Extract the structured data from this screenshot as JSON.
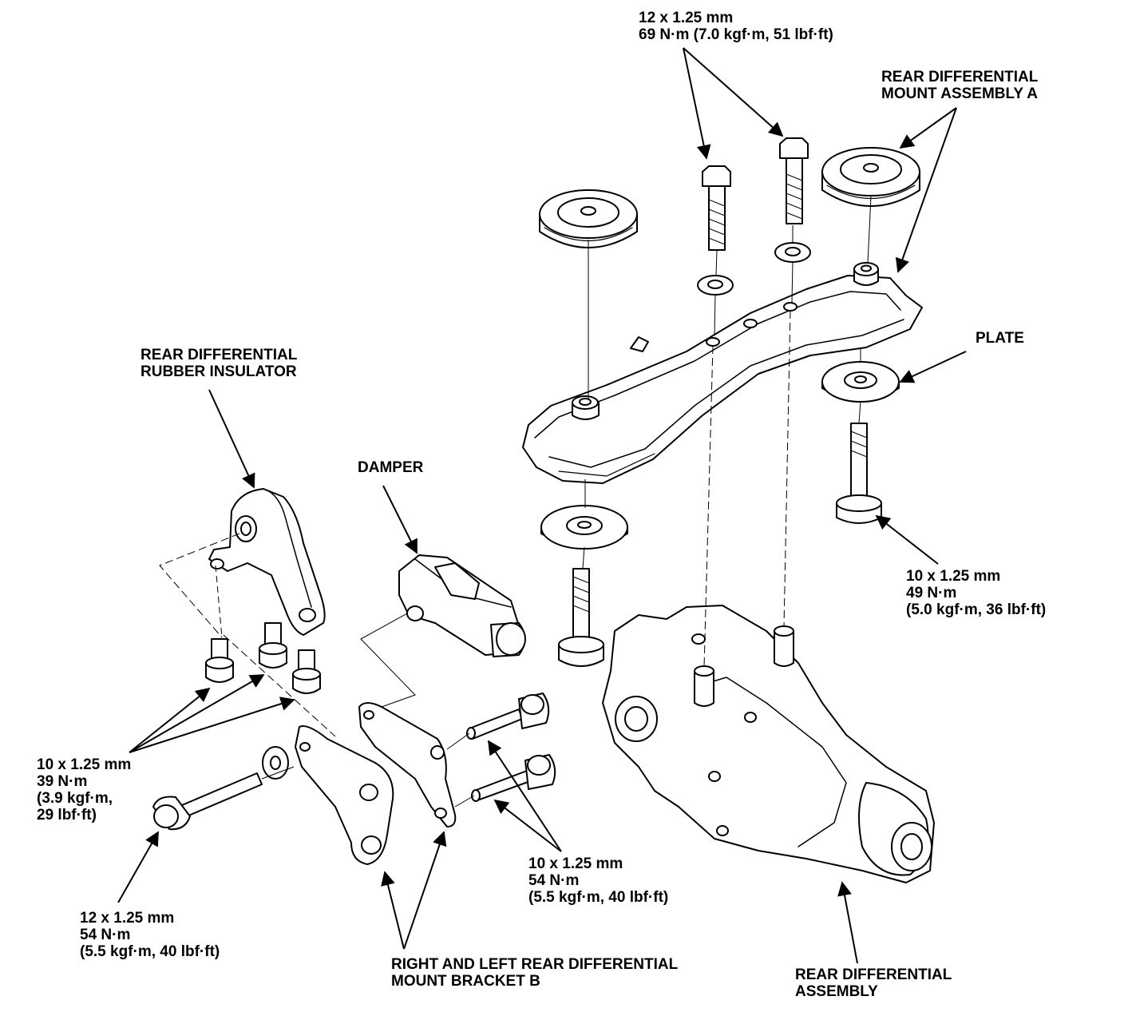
{
  "colors": {
    "ink": "#000000",
    "paper": "#ffffff"
  },
  "labels": {
    "top_bolt_spec": {
      "line1": "12 x 1.25 mm",
      "line2": "69 N·m (7.0 kgf·m, 51 lbf·ft)"
    },
    "mount_assembly_a": {
      "line1": "REAR DIFFERENTIAL",
      "line2": "MOUNT ASSEMBLY A"
    },
    "plate": {
      "line1": "PLATE"
    },
    "rubber_insulator": {
      "line1": "REAR DIFFERENTIAL",
      "line2": "RUBBER INSULATOR"
    },
    "damper": {
      "line1": "DAMPER"
    },
    "plate_bolt_spec": {
      "line1": "10 x 1.25 mm",
      "line2": "49 N·m",
      "line3": "(5.0 kgf·m, 36 lbf·ft)"
    },
    "insulator_bolt_spec": {
      "line1": "10 x 1.25 mm",
      "line2": "39 N·m",
      "line3": "(3.9 kgf·m,",
      "line4": "29 lbf·ft)"
    },
    "bracket_bolt_spec": {
      "line1": "10 x 1.25 mm",
      "line2": "54 N·m",
      "line3": "(5.5 kgf·m, 40 lbf·ft)"
    },
    "long_bolt_spec": {
      "line1": "12 x 1.25 mm",
      "line2": "54 N·m",
      "line3": "(5.5 kgf·m, 40 lbf·ft)"
    },
    "mount_bracket_b": {
      "line1": "RIGHT AND LEFT REAR DIFFERENTIAL",
      "line2": "MOUNT BRACKET B"
    },
    "differential_assembly": {
      "line1": "REAR DIFFERENTIAL",
      "line2": "ASSEMBLY"
    }
  }
}
